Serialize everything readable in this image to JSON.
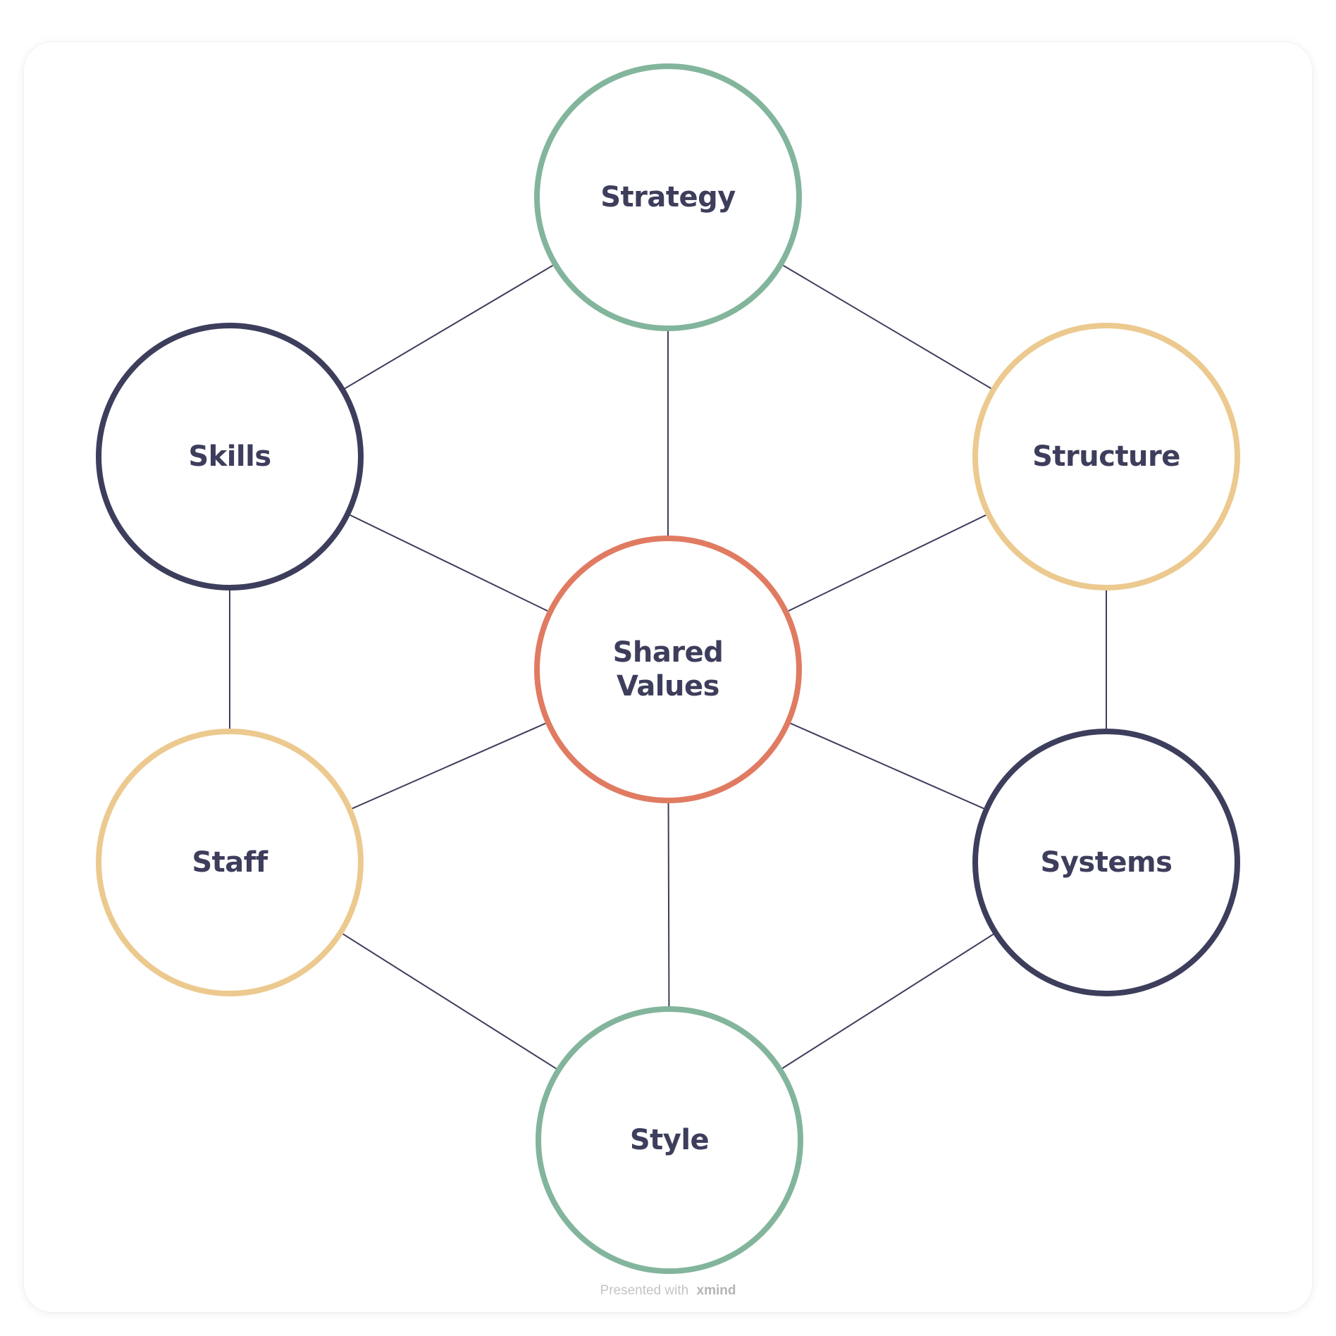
{
  "colors": {
    "text": "#3d3d5c",
    "line": "#3d3d5c",
    "green": "#82b59c",
    "yellow": "#ecc98e",
    "navy": "#3d3d5c",
    "orange": "#e07b62"
  },
  "nodes": [
    {
      "id": "strategy",
      "lines": [
        "Strategy"
      ],
      "color": "green"
    },
    {
      "id": "skills",
      "lines": [
        "Skills"
      ],
      "color": "navy"
    },
    {
      "id": "structure",
      "lines": [
        "Structure"
      ],
      "color": "yellow"
    },
    {
      "id": "shared-values",
      "lines": [
        "Shared",
        "Values"
      ],
      "color": "orange"
    },
    {
      "id": "staff",
      "lines": [
        "Staff"
      ],
      "color": "yellow"
    },
    {
      "id": "systems",
      "lines": [
        "Systems"
      ],
      "color": "navy"
    },
    {
      "id": "style",
      "lines": [
        "Style"
      ],
      "color": "green"
    }
  ],
  "edges": [
    [
      "strategy",
      "skills"
    ],
    [
      "strategy",
      "structure"
    ],
    [
      "strategy",
      "shared-values"
    ],
    [
      "skills",
      "shared-values"
    ],
    [
      "structure",
      "shared-values"
    ],
    [
      "skills",
      "staff"
    ],
    [
      "structure",
      "systems"
    ],
    [
      "staff",
      "shared-values"
    ],
    [
      "systems",
      "shared-values"
    ],
    [
      "shared-values",
      "style"
    ],
    [
      "staff",
      "style"
    ],
    [
      "systems",
      "style"
    ]
  ],
  "footer": {
    "prefix": "Presented with",
    "brand": "xmind"
  }
}
